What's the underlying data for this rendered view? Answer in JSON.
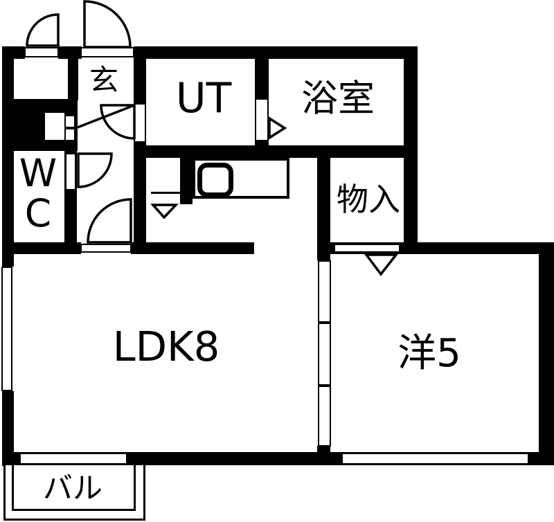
{
  "palette": {
    "ink": "#000000",
    "paper": "#ffffff"
  },
  "floorplan": {
    "rooms": {
      "entrance": {
        "label": "玄"
      },
      "utility": {
        "label": "UT"
      },
      "bathroom": {
        "label": "浴室"
      },
      "toilet": {
        "label": "WC"
      },
      "storage": {
        "label": "物入"
      },
      "ldk": {
        "label": "LDK8"
      },
      "western_room": {
        "label": "洋5"
      },
      "balcony": {
        "label": "バル"
      }
    }
  }
}
